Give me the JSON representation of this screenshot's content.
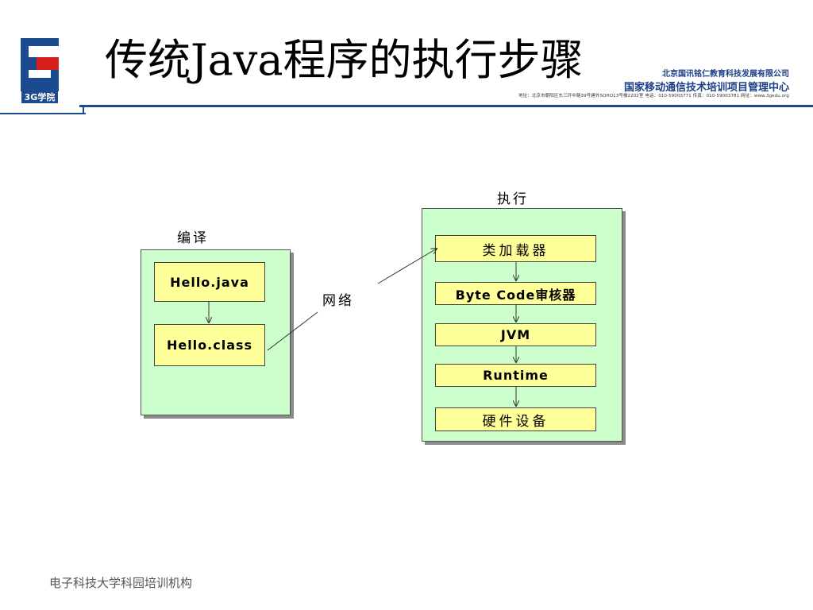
{
  "header": {
    "title": "传统Java程序的执行步骤",
    "logo_text": "3G学院",
    "org_line1": "北京国讯铭仁教育科技发展有限公司",
    "org_line2": "国家移动通信技术培训项目管理中心",
    "org_line3": "地址：北京市朝阳区东三环中路39号建外SOHO13号楼2202室   电话：010-59003771   传真：010-59003781   网址：www.3gedu.org"
  },
  "diagram": {
    "compile_label": "编译",
    "compile_nodes": [
      "Hello.java",
      "Hello.class"
    ],
    "network_label": "网络",
    "execute_label": "执行",
    "execute_nodes": [
      "类加载器",
      "Byte Code审核器",
      "JVM",
      "Runtime",
      "硬件设备"
    ]
  },
  "colors": {
    "panel": "#ccffcc",
    "node": "#ffff99",
    "brand_blue": "#1b4a8e",
    "brand_red": "#d62020"
  },
  "footer": {
    "text": "电子科技大学科园培训机构"
  }
}
